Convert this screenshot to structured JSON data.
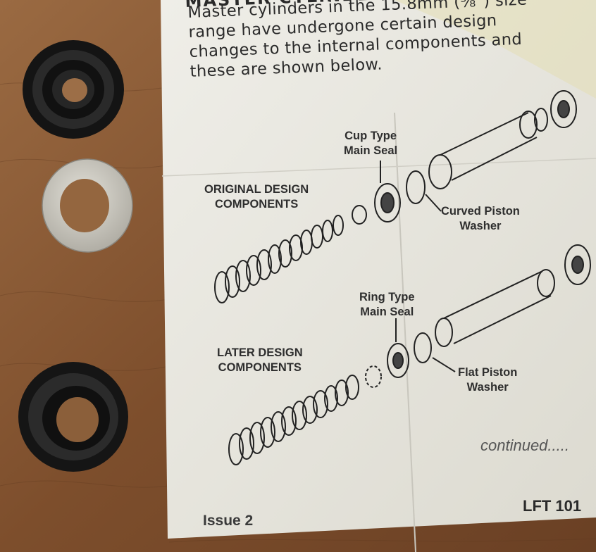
{
  "sheet": {
    "heading_fragment": "MASTER CYLINDER",
    "intro_lines": [
      "Master cylinders in the 15.8mm (⅝\") size",
      "range have undergone certain design",
      "changes to the internal components and",
      "these are shown below."
    ],
    "labels": {
      "cup_seal": "Cup Type\nMain Seal",
      "original": "ORIGINAL DESIGN\nCOMPONENTS",
      "curved_washer": "Curved Piston\nWasher",
      "ring_seal": "Ring Type\nMain Seal",
      "later": "LATER DESIGN\nCOMPONENTS",
      "flat_washer": "Flat Piston\nWasher"
    },
    "continued": "continued.....",
    "issue": "Issue 2",
    "doc_number": "LFT 101"
  },
  "colors": {
    "wood": "#8a5a36",
    "paper": "#ecebe4",
    "rubber": "#1c1c1c",
    "washer": "#c9c6bd"
  }
}
